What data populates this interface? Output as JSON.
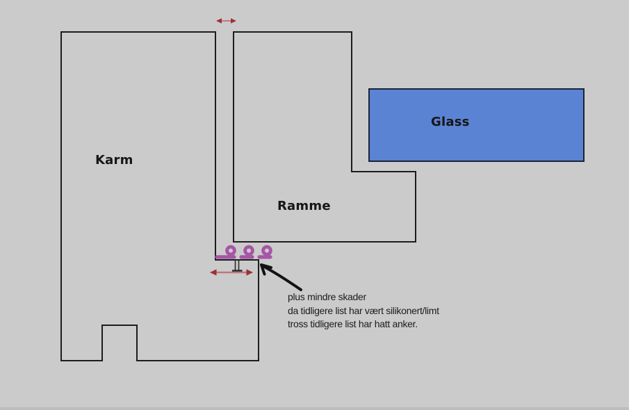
{
  "diagram": {
    "labels": {
      "karm": "Karm",
      "ramme": "Ramme",
      "glass": "Glass"
    },
    "annotation": {
      "lines": [
        "plus mindre skader",
        "da tidligere list har vært silikonert/limt",
        "tross tidligere list har hatt anker."
      ]
    },
    "symbols": {
      "top_gap_arrow": "horizontal-double-arrow",
      "bottom_gap_arrow": "horizontal-double-arrow",
      "seal_strip": "three-loop-gasket-symbols",
      "anchor": "list-anchor-pedestal",
      "annotation_pointer": "curved-black-arrow"
    },
    "colors": {
      "background": "#cbcbcb",
      "outline": "#1c1c1c",
      "glass_fill": "#5b83d4",
      "glass_border": "#1c2238",
      "seal_purple": "#a656a6",
      "arrow_red_dark": "#9c3136",
      "arrow_red_line": "#c0767a",
      "annotation_arrow_black": "#121212",
      "text_color": "#161616"
    }
  }
}
